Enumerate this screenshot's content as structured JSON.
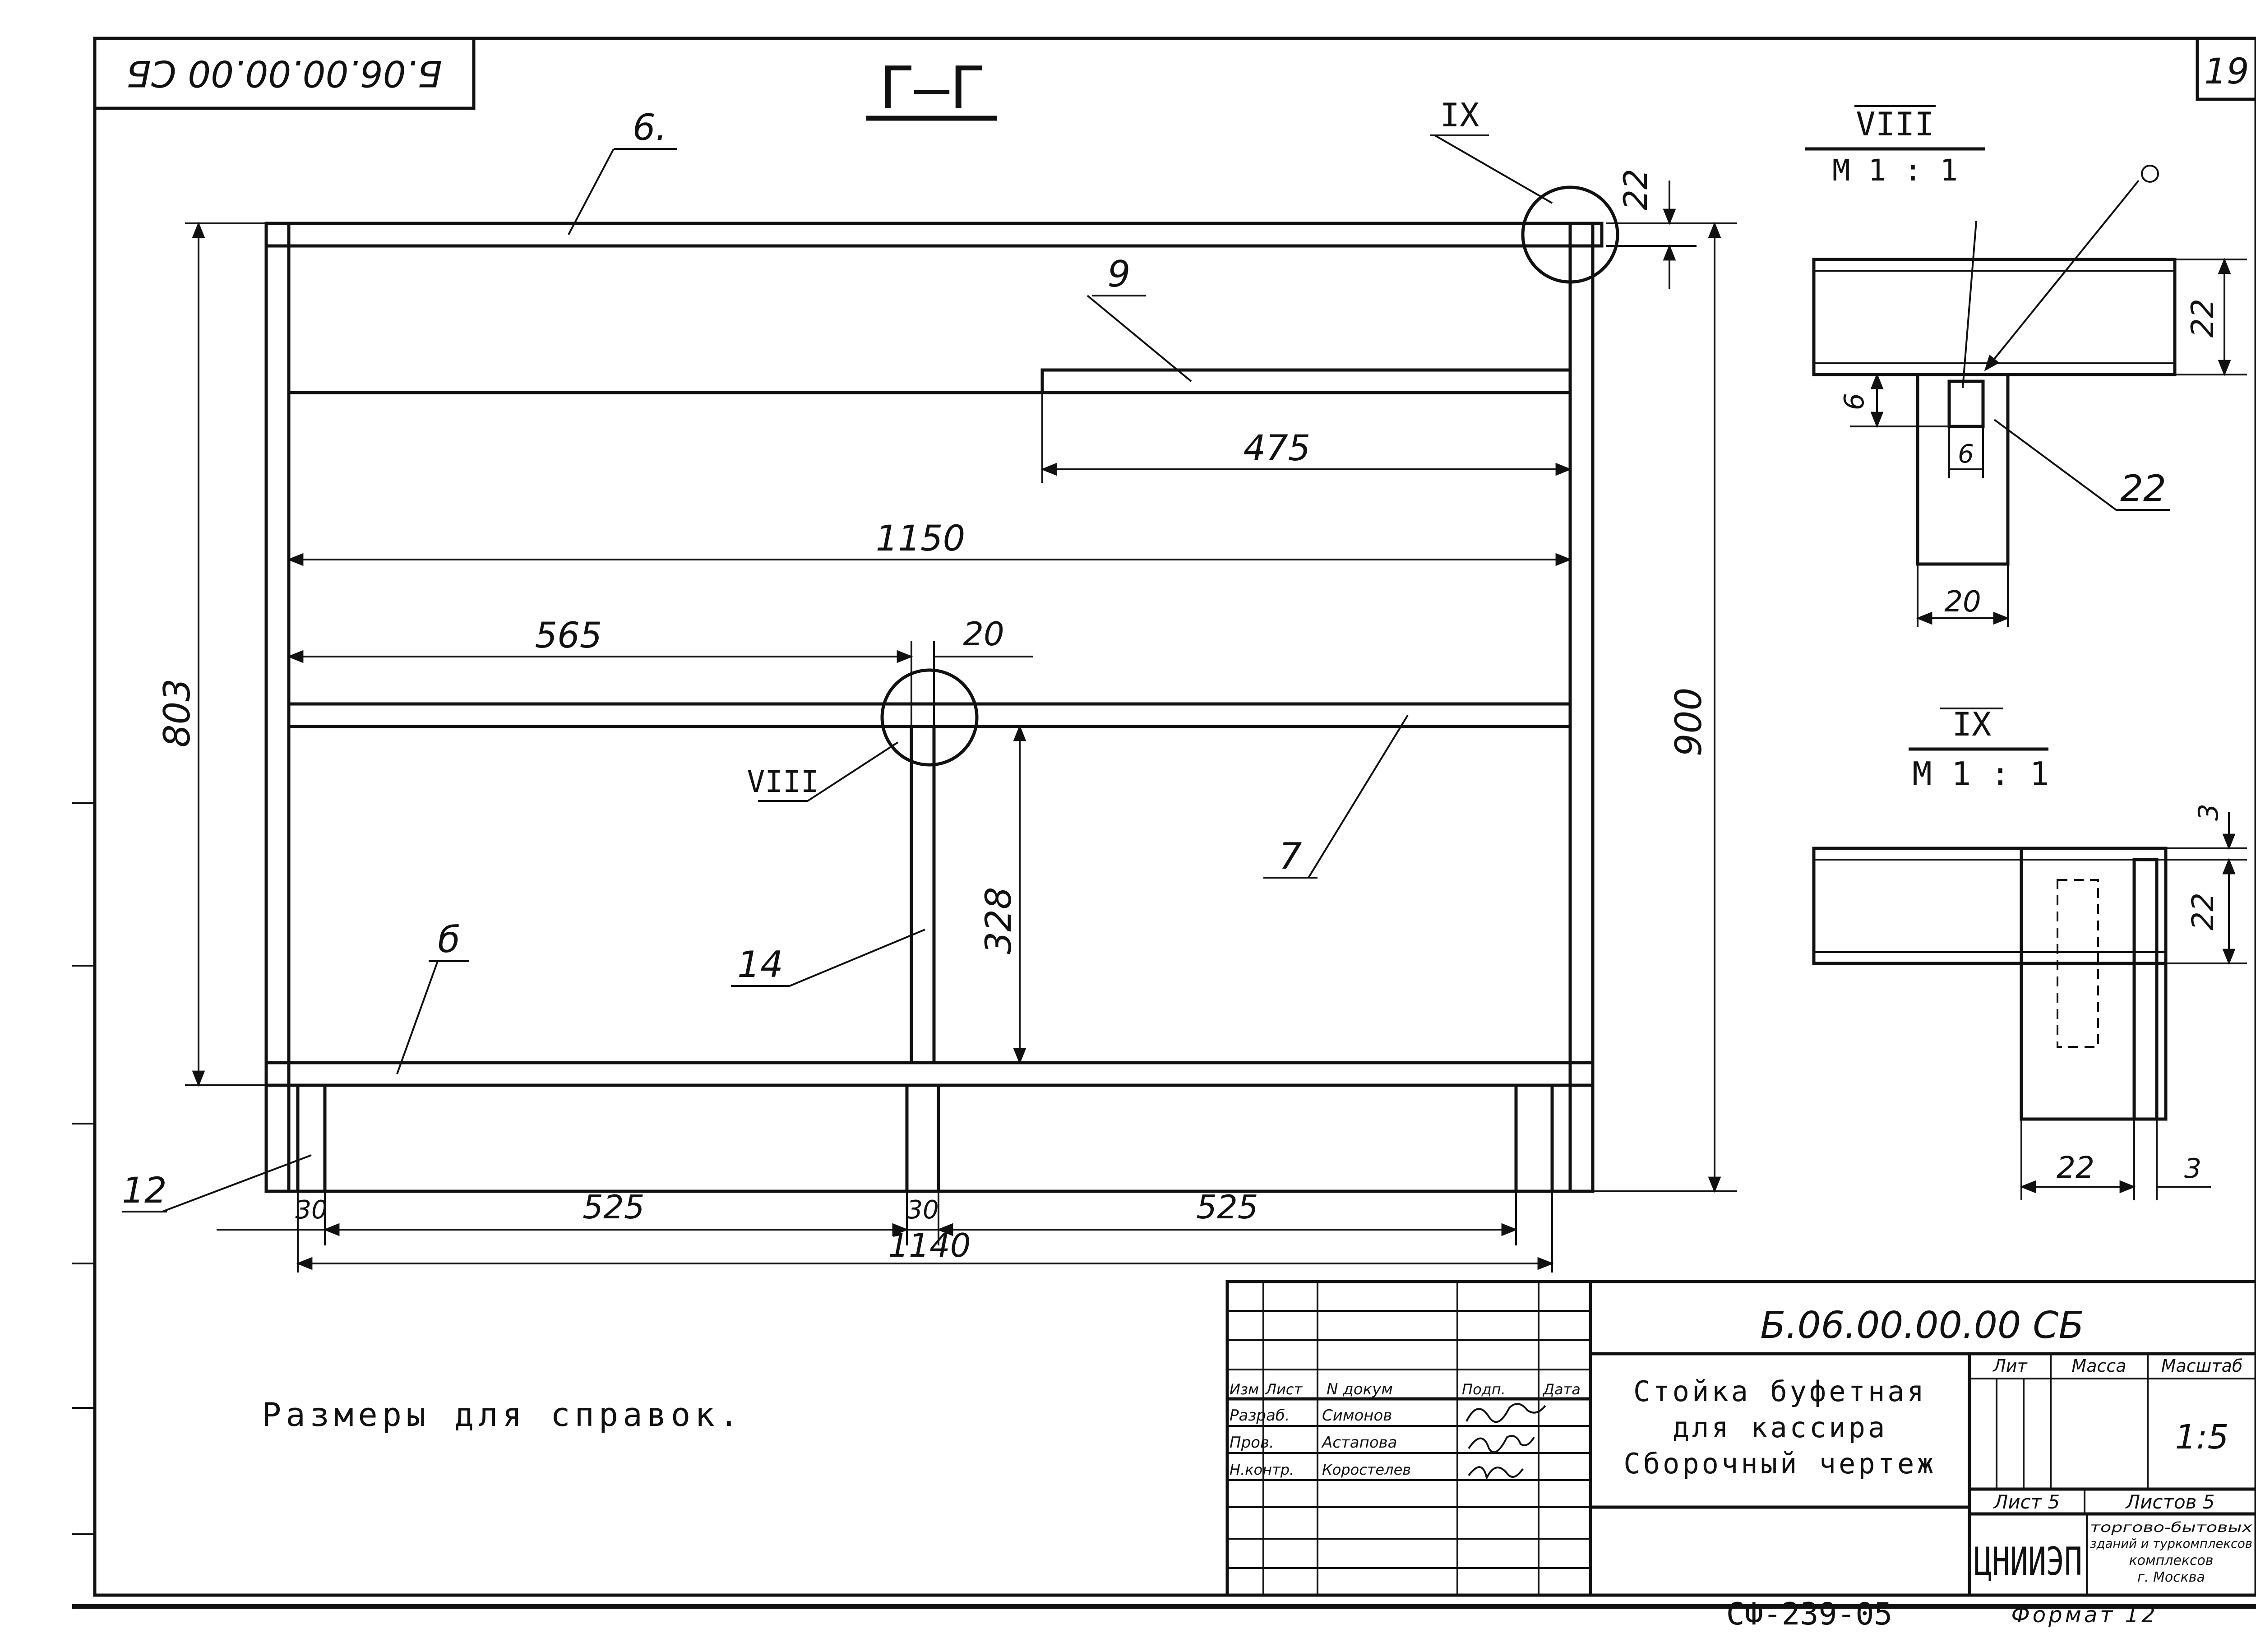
{
  "sheet": {
    "rotated_code": "Б.06.00.00.00 СБ",
    "sheet_number": "19",
    "section_label": "Г–Г",
    "note": "Размеры для справок."
  },
  "callouts": {
    "c6_top": "6.",
    "c9": "9",
    "c7": "7",
    "c6_bottom": "б",
    "c14": "14",
    "c12": "12",
    "c22": "22",
    "ix_ref": "IX",
    "viii_ref": "VIII"
  },
  "dimensions": {
    "d22_top": "22",
    "d475": "475",
    "d1150": "1150",
    "d565": "565",
    "d20": "20",
    "d803": "803",
    "d900": "900",
    "d328": "328",
    "d30_left": "30",
    "d525_left": "525",
    "d30_mid": "30",
    "d525_right": "525",
    "d1140": "1140"
  },
  "detail_viii": {
    "title": "VIII",
    "scale": "М 1 : 1",
    "d22": "22",
    "d6_v": "6",
    "d6_h": "6",
    "d20": "20",
    "callout": "22"
  },
  "detail_ix": {
    "title": "IX",
    "scale": "М 1 : 1",
    "d3_top": "3",
    "d22_v": "22",
    "d22_h": "22",
    "d3_bottom": "3"
  },
  "title_block": {
    "doc_code": "Б.06.00.00.00 СБ",
    "title_line1": "Стойка буфетная",
    "title_line2": "для кассира",
    "title_line3": "Сборочный чертеж",
    "hdr_izm": "Изм",
    "hdr_list": "Лист",
    "hdr_ndoc": "N докум",
    "hdr_podp": "Подп.",
    "hdr_date": "Дата",
    "role_razrab": "Разраб.",
    "name_razrab": "Симонов",
    "role_prov": "Пров.",
    "name_prov": "Астапова",
    "role_nkontr": "Н.контр.",
    "name_nkontr": "Коростелев",
    "col_lit": "Лит",
    "col_massa": "Масса",
    "col_masshtab": "Масштаб",
    "scale_value": "1:5",
    "sheet_info": "Лист 5",
    "sheets_total": "Листов 5",
    "org_logo": "ЦНИИЭП",
    "org_line1": "торгово-бытовых",
    "org_line2": "зданий и туркомплексов",
    "org_line3": "комплексов",
    "org_line4": "г. Москва",
    "archive_code": "СФ-239-05",
    "format": "Формат 12"
  }
}
